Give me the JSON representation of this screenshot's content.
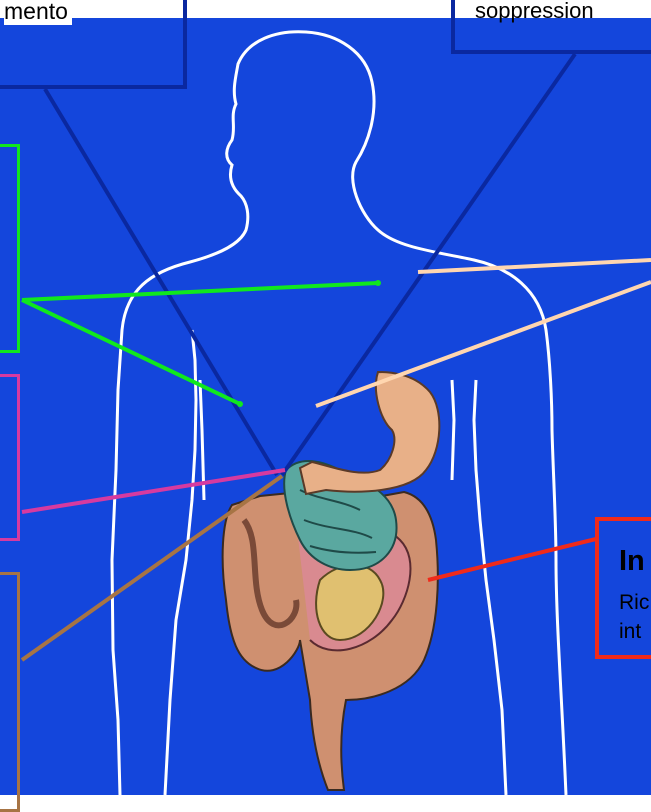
{
  "labels": {
    "top_left": "mento",
    "top_right": "soppression",
    "red_title": "In",
    "red_line1": "Ric",
    "red_line2": "int"
  },
  "colors": {
    "background": "#1446dc",
    "dark_blue_lines": "#0a28a0",
    "green": "#10e81e",
    "magenta": "#d63aa0",
    "brown": "#a77444",
    "peach": "#ffd6b0",
    "red": "#f02a1a",
    "outline": "#ffffff"
  },
  "icons": [
    "human-body-outline",
    "stomach-illustration",
    "intestines-illustration"
  ]
}
